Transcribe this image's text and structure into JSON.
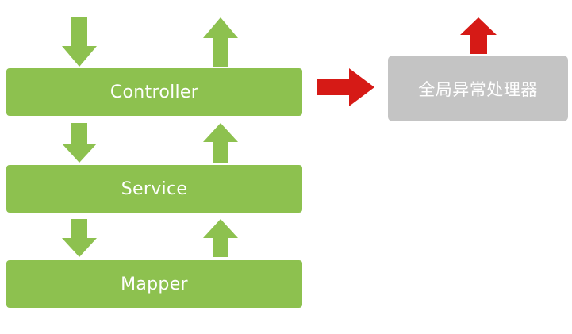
{
  "layers": {
    "controller": "Controller",
    "service": "Service",
    "mapper": "Mapper"
  },
  "handler": {
    "label": "全局异常处理器"
  },
  "colors": {
    "layer_fill": "#8dc14f",
    "arrow_green": "#8dc14f",
    "arrow_red": "#d61a16",
    "handler_fill": "#c4c4c4",
    "text": "#ffffff"
  }
}
